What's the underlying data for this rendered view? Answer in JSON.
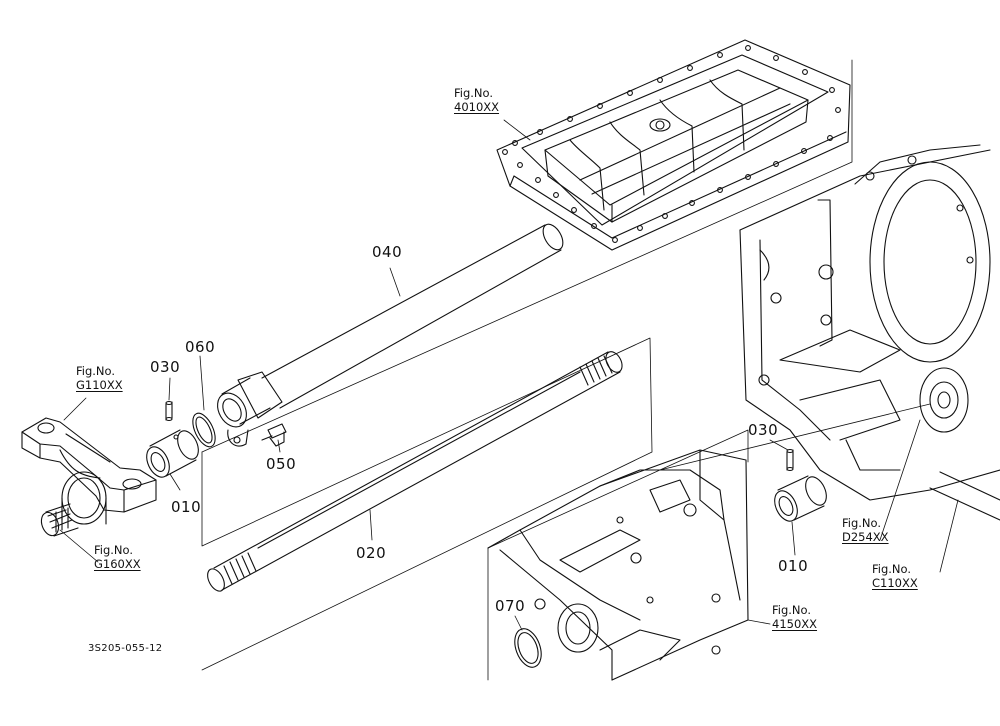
{
  "parts": [
    {
      "id": "p040",
      "number": "040",
      "name": "part-040-label"
    },
    {
      "id": "p060",
      "number": "060",
      "name": "part-060-label"
    },
    {
      "id": "p030a",
      "number": "030",
      "name": "part-030-left-label"
    },
    {
      "id": "p050",
      "number": "050",
      "name": "part-050-label"
    },
    {
      "id": "p010a",
      "number": "010",
      "name": "part-010-left-label"
    },
    {
      "id": "p020",
      "number": "020",
      "name": "part-020-label"
    },
    {
      "id": "p030b",
      "number": "030",
      "name": "part-030-right-label"
    },
    {
      "id": "p010b",
      "number": "010",
      "name": "part-010-right-label"
    },
    {
      "id": "p070",
      "number": "070",
      "name": "part-070-label"
    }
  ],
  "figure_refs": [
    {
      "id": "f4010",
      "label": "Fig.No.",
      "code": "4010XX"
    },
    {
      "id": "fG110",
      "label": "Fig.No.",
      "code": "G110XX"
    },
    {
      "id": "fG160",
      "label": "Fig.No.",
      "code": "G160XX"
    },
    {
      "id": "fD254",
      "label": "Fig.No.",
      "code": "D254XX"
    },
    {
      "id": "fC110",
      "label": "Fig.No.",
      "code": "C110XX"
    },
    {
      "id": "f4150",
      "label": "Fig.No.",
      "code": "4150XX"
    }
  ],
  "drawing_number": "3S205-055-12"
}
